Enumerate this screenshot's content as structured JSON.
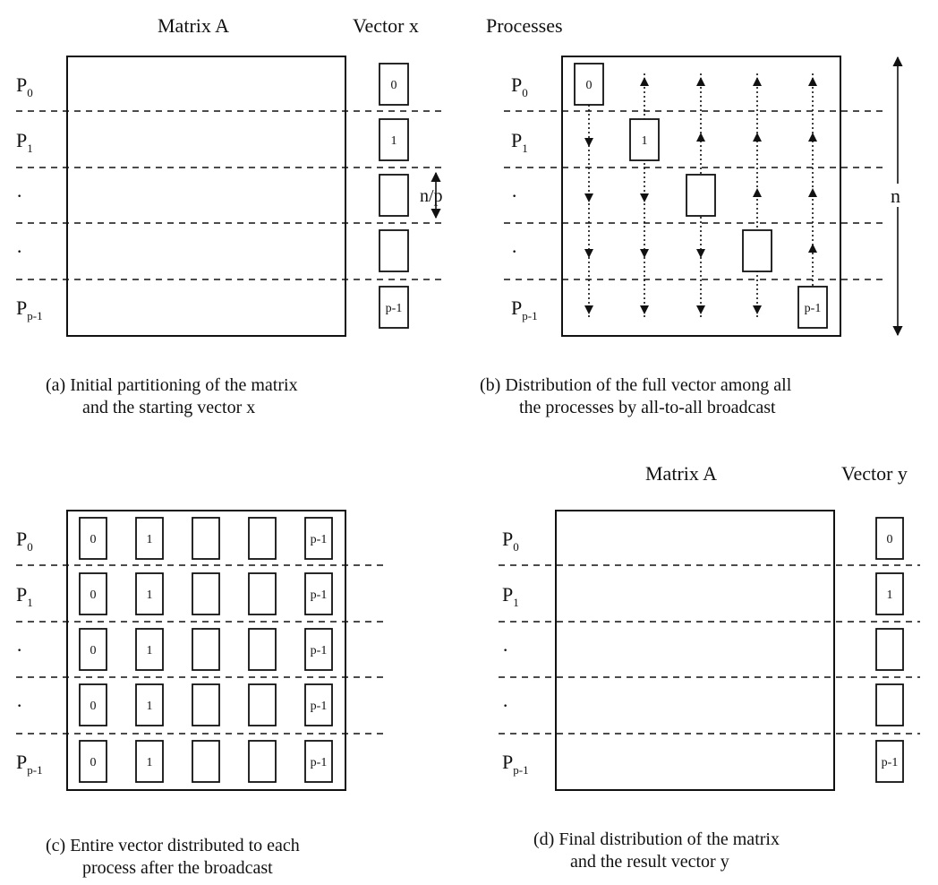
{
  "panel_a": {
    "header_matrix": "Matrix A",
    "header_vector": "Vector x",
    "dimension_label": "n/p",
    "caption_line1": "(a)  Initial partitioning of the matrix",
    "caption_line2": "and the starting vector x"
  },
  "panel_b": {
    "header_processes": "Processes",
    "dimension_label": "n",
    "caption_line1": "(b)  Distribution of the full vector among all",
    "caption_line2": "the processes by all-to-all broadcast"
  },
  "panel_c": {
    "caption_line1": "(c)  Entire vector distributed to each",
    "caption_line2": "process after the broadcast"
  },
  "panel_d": {
    "header_matrix": "Matrix A",
    "header_vector": "Vector y",
    "caption_line1": "(d)  Final distribution of the matrix",
    "caption_line2": "and the result vector  y"
  },
  "process_labels": [
    {
      "main": "P",
      "sub": "0"
    },
    {
      "main": "P",
      "sub": "1"
    },
    {
      "main": "·",
      "sub": ""
    },
    {
      "main": "·",
      "sub": ""
    },
    {
      "main": "P",
      "sub": "p-1"
    }
  ],
  "block_labels": [
    "0",
    "1",
    "",
    "",
    "p-1"
  ]
}
